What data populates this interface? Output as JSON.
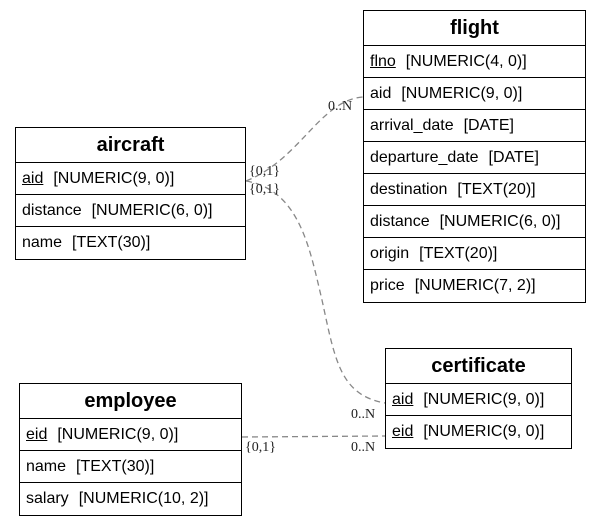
{
  "entities": {
    "flight": {
      "name": "flight",
      "fields": [
        {
          "name": "flno",
          "type": "[NUMERIC(4, 0)]",
          "key": true
        },
        {
          "name": "aid",
          "type": "[NUMERIC(9, 0)]",
          "key": false
        },
        {
          "name": "arrival_date",
          "type": "[DATE]",
          "key": false
        },
        {
          "name": "departure_date",
          "type": "[DATE]",
          "key": false
        },
        {
          "name": "destination",
          "type": "[TEXT(20)]",
          "key": false
        },
        {
          "name": "distance",
          "type": "[NUMERIC(6, 0)]",
          "key": false
        },
        {
          "name": "origin",
          "type": "[TEXT(20)]",
          "key": false
        },
        {
          "name": "price",
          "type": "[NUMERIC(7, 2)]",
          "key": false
        }
      ]
    },
    "aircraft": {
      "name": "aircraft",
      "fields": [
        {
          "name": "aid",
          "type": "[NUMERIC(9, 0)]",
          "key": true
        },
        {
          "name": "distance",
          "type": "[NUMERIC(6, 0)]",
          "key": false
        },
        {
          "name": "name",
          "type": "[TEXT(30)]",
          "key": false
        }
      ]
    },
    "certificate": {
      "name": "certificate",
      "fields": [
        {
          "name": "aid",
          "type": "[NUMERIC(9, 0)]",
          "key": true
        },
        {
          "name": "eid",
          "type": "[NUMERIC(9, 0)]",
          "key": true
        }
      ]
    },
    "employee": {
      "name": "employee",
      "fields": [
        {
          "name": "eid",
          "type": "[NUMERIC(9, 0)]",
          "key": true
        },
        {
          "name": "name",
          "type": "[TEXT(30)]",
          "key": false
        },
        {
          "name": "salary",
          "type": "[NUMERIC(10, 2)]",
          "key": false
        }
      ]
    }
  },
  "relationships": [
    {
      "from": "aircraft.aid",
      "to": "flight.aid",
      "from_card": "{0,1}",
      "to_card": "0..N"
    },
    {
      "from": "aircraft.aid",
      "to": "certificate.aid",
      "from_card": "{0,1}",
      "to_card": "0..N"
    },
    {
      "from": "employee.eid",
      "to": "certificate.eid",
      "from_card": "{0,1}",
      "to_card": "0..N"
    }
  ]
}
